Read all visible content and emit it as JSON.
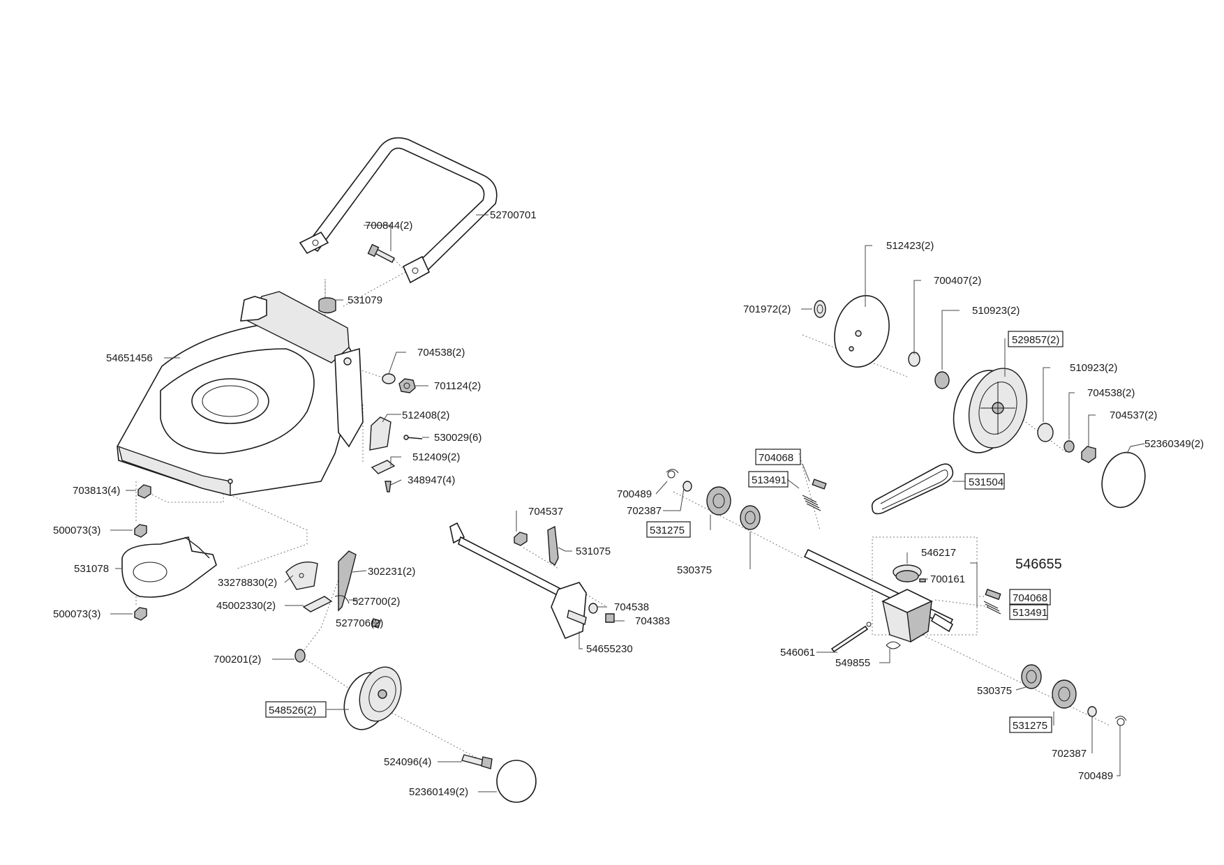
{
  "labels": {
    "l52700701": "52700701",
    "l700844": "700844(2)",
    "l531079": "531079",
    "l54651456": "54651456",
    "l704538a": "704538(2)",
    "l701124": "701124(2)",
    "l512408": "512408(2)",
    "l530029": "530029(6)",
    "l512409": "512409(2)",
    "l348947": "348947(4)",
    "l703813": "703813(4)",
    "l500073a": "500073(3)",
    "l531078": "531078",
    "l500073b": "500073(3)",
    "l33278830": "33278830(2)",
    "l45002330": "45002330(2)",
    "l302231": "302231(2)",
    "l527700": "527700(2)",
    "l527706": "527706(2)",
    "l700201": "700201(2)",
    "l548526": "548526(2)",
    "l524096": "524096(4)",
    "l52360149": "52360149(2)",
    "l704537a": "704537",
    "l531075": "531075",
    "l704538b": "704538",
    "l704383": "704383",
    "l54655230": "54655230",
    "l512423": "512423(2)",
    "l700407": "700407(2)",
    "l701972": "701972(2)",
    "l510923a": "510923(2)",
    "l529857": "529857(2)",
    "l510923b": "510923(2)",
    "l704538c": "704538(2)",
    "l704537b": "704537(2)",
    "l52360349": "52360349(2)",
    "l704068a": "704068",
    "l513491a": "513491",
    "l531504": "531504",
    "l700489a": "700489",
    "l702387a": "702387",
    "l531275a": "531275",
    "l530375a": "530375",
    "l546217": "546217",
    "l546655": "546655",
    "l700161": "700161",
    "l704068b": "704068",
    "l513491b": "513491",
    "l546061": "546061",
    "l549855": "549855",
    "l530375b": "530375",
    "l531275b": "531275",
    "l702387b": "702387",
    "l700489b": "700489"
  }
}
